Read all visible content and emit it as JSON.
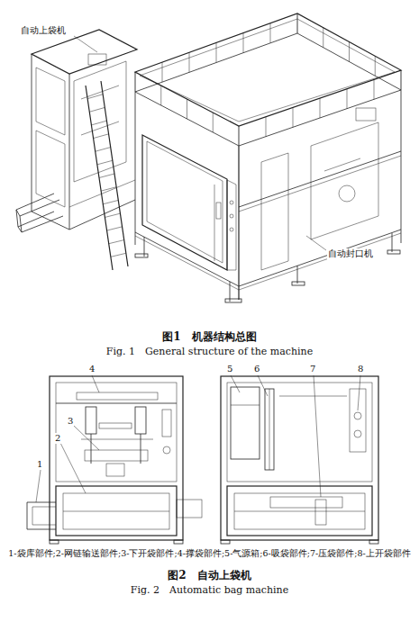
{
  "diagram": {
    "labels": [
      "自动上袋机",
      "自动封口机",
      "图1　机器结构总图",
      "Fig. 1　General structure of the machine",
      "4",
      "3",
      "2",
      "1",
      "5",
      "6",
      "7",
      "8",
      "1-袋库部件;2-网链输送部件;3-下开袋部件;4-撑袋部件;5-气源箱;6-吸袋部件;7-压袋部件;8-上开袋部件",
      "图2　自动上袋机",
      "Fig. 2　Automatic bag machine"
    ]
  }
}
